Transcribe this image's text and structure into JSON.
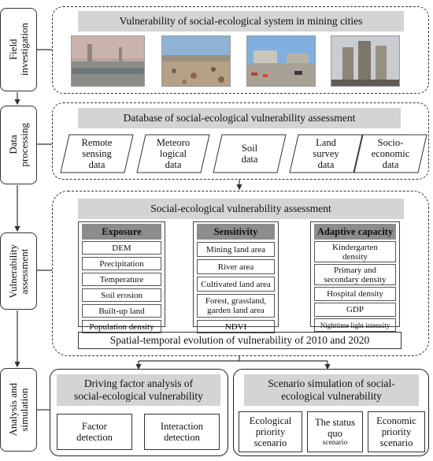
{
  "stages": [
    {
      "label": "Field\ninvestigation"
    },
    {
      "label": "Data\nprocessing"
    },
    {
      "label": "Vulnerability\nassessment"
    },
    {
      "label": "Analysis and\nsimulation"
    }
  ],
  "field": {
    "title": "Vulnerability of social-ecological system in mining cities",
    "photos": [
      "hazy-mining-landscape",
      "open-land-with-debris",
      "urban-road-site",
      "high-rise-buildings"
    ]
  },
  "database": {
    "title": "Database of  social-ecological vulnerability  assessment",
    "items": [
      "Remote\nsensing\ndata",
      "Meteoro\nlogical\ndata",
      "Soil\ndata",
      "Land\nsurvey\ndata",
      "Socio-\neconomic\ndata"
    ]
  },
  "assessment": {
    "title": "Social-ecological vulnerability  assessment",
    "exposure": {
      "header": "Exposure",
      "items": [
        "DEM",
        "Precipitation",
        "Temperature",
        "Soil erosion",
        "Built-up land",
        "Population density"
      ]
    },
    "sensitivity": {
      "header": "Sensitivity",
      "items": [
        "Mining land area",
        "River area",
        "Cultivated land area",
        "Forest, grassland,\ngarden land area",
        "NDVI"
      ]
    },
    "adaptive": {
      "header": "Adaptive capacity",
      "items": [
        "Kindergarten\ndensity",
        "Primary and\nsecondary density",
        "Hospital density",
        "GDP",
        "Nighttime light intensity"
      ]
    },
    "evolution": "Spatial-temporal evolution of vulnerability of 2010 and 2020"
  },
  "analysis": {
    "driving": {
      "title": "Driving factor analysis of\nsocial-ecological vulnerability",
      "items": [
        "Factor\ndetection",
        "Interaction\ndetection"
      ]
    },
    "scenario": {
      "title": "Scenario simulation of social-\necological vulnerability",
      "items": [
        {
          "main": "Ecological\npriority\nscenario",
          "sub": ""
        },
        {
          "main": "The status\nquo",
          "sub": "scenario"
        },
        {
          "main": "Economic\npriority\nscenario",
          "sub": ""
        }
      ]
    }
  }
}
